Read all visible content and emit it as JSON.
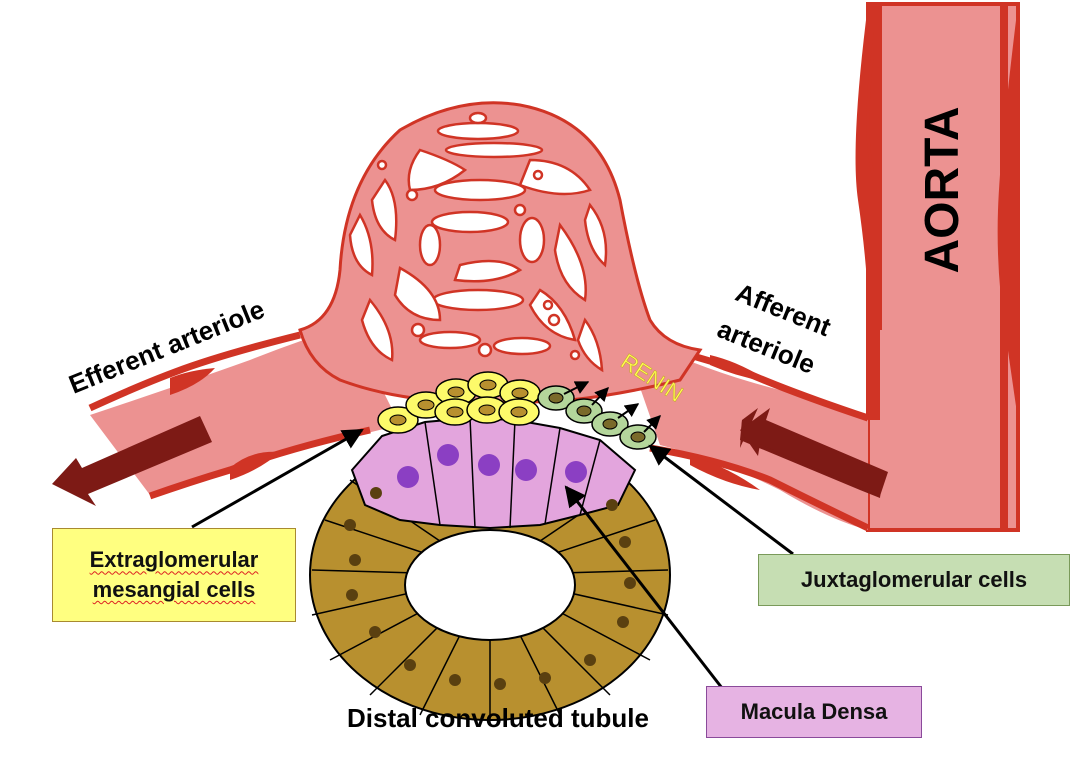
{
  "labels": {
    "aorta": "AORTA",
    "efferent": "Efferent arteriole",
    "afferent_line1": "Afferent",
    "afferent_line2": "arteriole",
    "renin": "RENIN",
    "distal": "Distal convoluted tubule"
  },
  "boxes": {
    "extraglomerular_line1": "Extraglomerular",
    "extraglomerular_line2": "mesangial cells",
    "juxtaglomerular": "Juxtaglomerular cells",
    "macula_densa": "Macula Densa"
  },
  "colors": {
    "vessel_fill": "#ec9291",
    "vessel_wall": "#d03425",
    "blood_arrow": "#7d1a15",
    "tubule_cell": "#b8902f",
    "macula_cell": "#e3a5dd",
    "nucleus_purple": "#8b3fc3",
    "mesangial_cell": "#fdfa6a",
    "jg_cell": "#b4d69b",
    "extraglomerular_box": "#ffff80",
    "juxtaglomerular_box": "#c6deb3",
    "macula_box": "#e6b3e3"
  }
}
